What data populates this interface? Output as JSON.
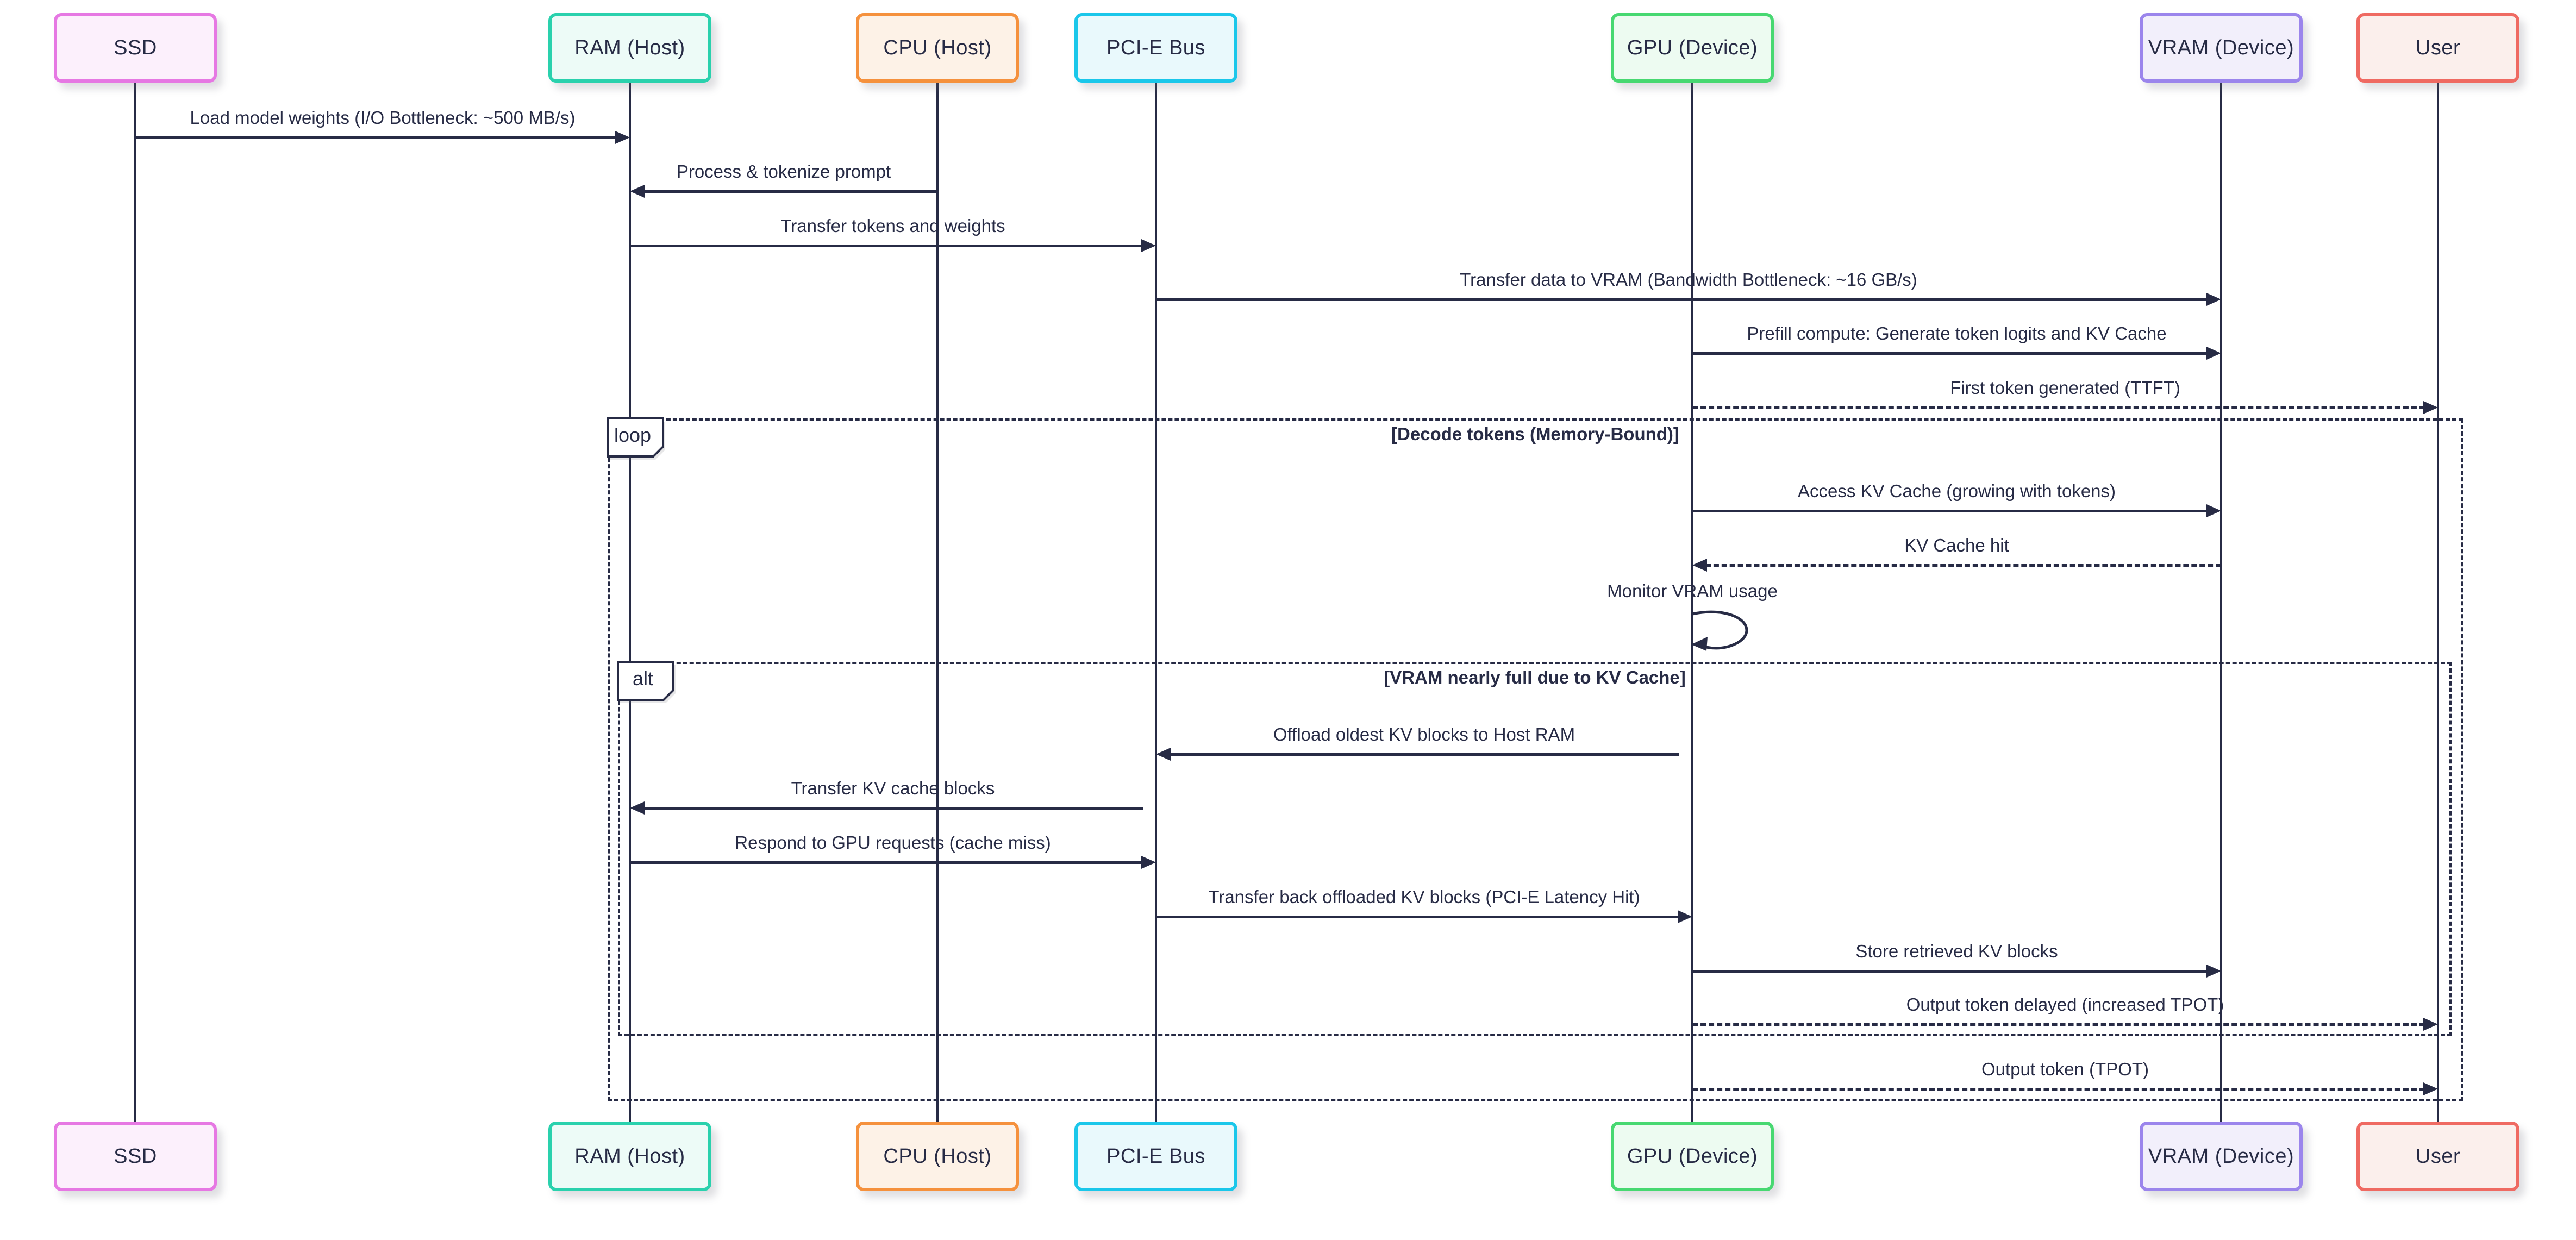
{
  "diagram_type": "sequence-diagram",
  "topic": "LLM inference data flow with KV cache offloading",
  "colors": {
    "background": "#FFFFFF",
    "line_and_text": "#272B45",
    "ssd_border": "#E678E3",
    "ssd_fill": "#FCF0FC",
    "ram_border": "#2AD1AD",
    "ram_fill": "#EDFBF7",
    "cpu_border": "#F5913D",
    "cpu_fill": "#FDF2E7",
    "pcie_border": "#1AC7EA",
    "pcie_fill": "#E9F9FC",
    "gpu_border": "#47D871",
    "gpu_fill": "#EDFBF1",
    "vram_border": "#9B85EC",
    "vram_fill": "#F2EFFB",
    "user_border": "#EF6A62",
    "user_fill": "#FBEFEC"
  },
  "actors": [
    {
      "id": "ssd",
      "label": "SSD"
    },
    {
      "id": "ram",
      "label": "RAM (Host)"
    },
    {
      "id": "cpu",
      "label": "CPU (Host)"
    },
    {
      "id": "pcie",
      "label": "PCI-E Bus"
    },
    {
      "id": "gpu",
      "label": "GPU (Device)"
    },
    {
      "id": "vram",
      "label": "VRAM (Device)"
    },
    {
      "id": "user",
      "label": "User"
    }
  ],
  "messages": [
    {
      "from": "SSD",
      "to": "RAM (Host)",
      "style": "solid",
      "label": "Load model weights (I/O Bottleneck: ~500 MB/s)"
    },
    {
      "from": "CPU (Host)",
      "to": "RAM (Host)",
      "style": "solid",
      "label": "Process & tokenize prompt"
    },
    {
      "from": "RAM (Host)",
      "to": "PCI-E Bus",
      "style": "solid",
      "label": "Transfer tokens and weights"
    },
    {
      "from": "PCI-E Bus",
      "to": "VRAM (Device)",
      "style": "solid",
      "label": "Transfer data to VRAM (Bandwidth Bottleneck: ~16 GB/s)"
    },
    {
      "from": "GPU (Device)",
      "to": "VRAM (Device)",
      "style": "solid",
      "label": "Prefill compute: Generate token logits and KV Cache"
    },
    {
      "from": "GPU (Device)",
      "to": "User",
      "style": "dashed",
      "label": "First token generated (TTFT)"
    },
    {
      "from": "GPU (Device)",
      "to": "VRAM (Device)",
      "style": "solid",
      "label": "Access KV Cache (growing with tokens)"
    },
    {
      "from": "VRAM (Device)",
      "to": "GPU (Device)",
      "style": "dashed",
      "label": "KV Cache hit"
    },
    {
      "from": "GPU (Device)",
      "to": "GPU (Device)",
      "style": "self",
      "label": "Monitor VRAM usage"
    },
    {
      "from": "GPU (Device)",
      "to": "PCI-E Bus",
      "style": "solid",
      "label": "Offload oldest KV blocks to Host RAM"
    },
    {
      "from": "PCI-E Bus",
      "to": "RAM (Host)",
      "style": "solid",
      "label": "Transfer KV cache blocks"
    },
    {
      "from": "RAM (Host)",
      "to": "PCI-E Bus",
      "style": "solid",
      "label": "Respond to GPU requests (cache miss)"
    },
    {
      "from": "PCI-E Bus",
      "to": "GPU (Device)",
      "style": "solid",
      "label": "Transfer back offloaded KV blocks (PCI-E Latency Hit)"
    },
    {
      "from": "GPU (Device)",
      "to": "VRAM (Device)",
      "style": "solid",
      "label": "Store retrieved KV blocks"
    },
    {
      "from": "GPU (Device)",
      "to": "User",
      "style": "dashed",
      "label": "Output token delayed (increased TPOT)"
    },
    {
      "from": "GPU (Device)",
      "to": "User",
      "style": "dashed",
      "label": "Output token (TPOT)"
    }
  ],
  "frames": {
    "loop": {
      "label": "loop",
      "title": "[Decode tokens (Memory-Bound)]"
    },
    "alt": {
      "label": "alt",
      "title": "[VRAM nearly full due to KV Cache]"
    }
  }
}
